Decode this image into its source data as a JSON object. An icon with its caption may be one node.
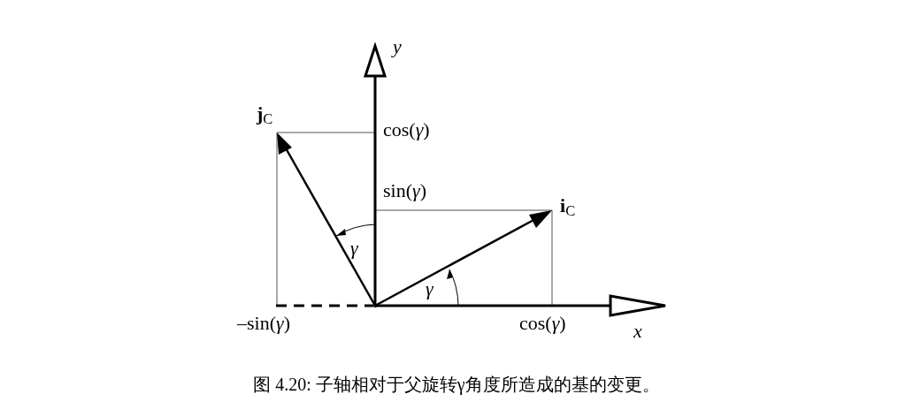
{
  "diagram": {
    "caption": "图 4.20: 子轴相对于父旋转γ角度所造成的基的变更。",
    "labels": [
      "y",
      "**j**$_{C}$",
      "cos(*γ*)",
      "sin(*γ*)",
      "**i**$_{C}$",
      "γ",
      "γ",
      "–sin(*γ*)",
      "cos(*γ*)",
      "x"
    ]
  }
}
